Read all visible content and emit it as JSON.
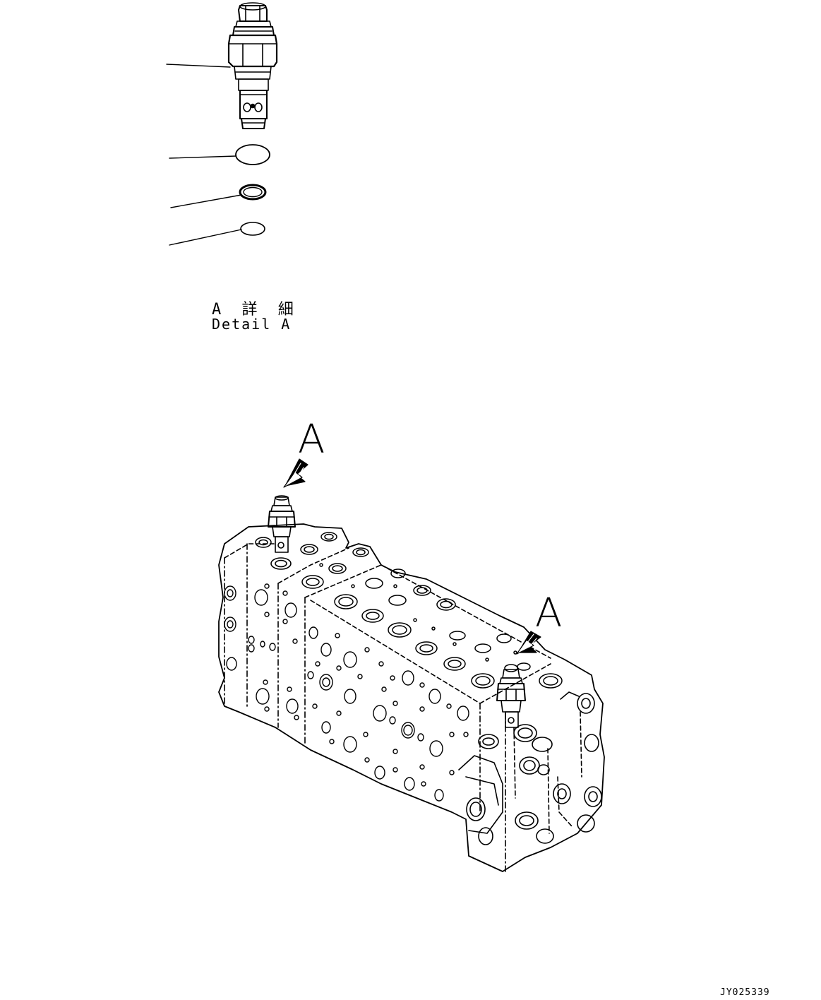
{
  "detail": {
    "title_jp": "A 詳 細",
    "title_en": "Detail A"
  },
  "callouts": {
    "upper": "A",
    "lower": "A"
  },
  "drawing_id": "JY025339",
  "colors": {
    "line": "#000000",
    "background": "#ffffff"
  }
}
